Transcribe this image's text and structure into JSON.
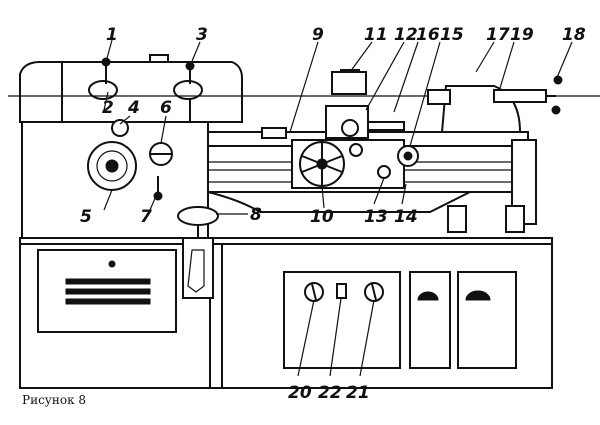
{
  "figure": {
    "caption": "Рисунок 8",
    "labels": [
      {
        "id": "1",
        "text": "1"
      },
      {
        "id": "2",
        "text": "2"
      },
      {
        "id": "3",
        "text": "3"
      },
      {
        "id": "4",
        "text": "4"
      },
      {
        "id": "5",
        "text": "5"
      },
      {
        "id": "6",
        "text": "6"
      },
      {
        "id": "7",
        "text": "7"
      },
      {
        "id": "8",
        "text": "8"
      },
      {
        "id": "9",
        "text": "9"
      },
      {
        "id": "10",
        "text": "10"
      },
      {
        "id": "11",
        "text": "11"
      },
      {
        "id": "12",
        "text": "12"
      },
      {
        "id": "13",
        "text": "13"
      },
      {
        "id": "14",
        "text": "14"
      },
      {
        "id": "15",
        "text": "15"
      },
      {
        "id": "16",
        "text": "16"
      },
      {
        "id": "17",
        "text": "17"
      },
      {
        "id": "18",
        "text": "18"
      },
      {
        "id": "19",
        "text": "19"
      },
      {
        "id": "20",
        "text": "20"
      },
      {
        "id": "21",
        "text": "21"
      },
      {
        "id": "22",
        "text": "22"
      }
    ]
  }
}
